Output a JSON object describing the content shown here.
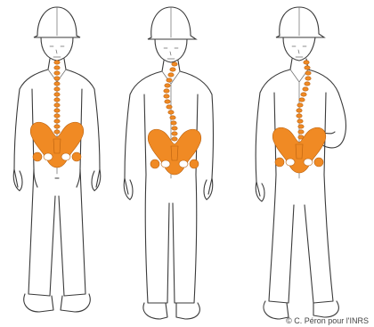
{
  "credit": "© C. Péron pour l'INRS",
  "colors": {
    "bone": "#f08a24",
    "bone_shadow": "#b8600f",
    "outline": "#3a3a3a",
    "background": "#ffffff"
  },
  "figures": [
    {
      "name": "worker-straight-spine"
    },
    {
      "name": "worker-lateral-curve-spine"
    },
    {
      "name": "worker-s-curve-spine"
    }
  ]
}
